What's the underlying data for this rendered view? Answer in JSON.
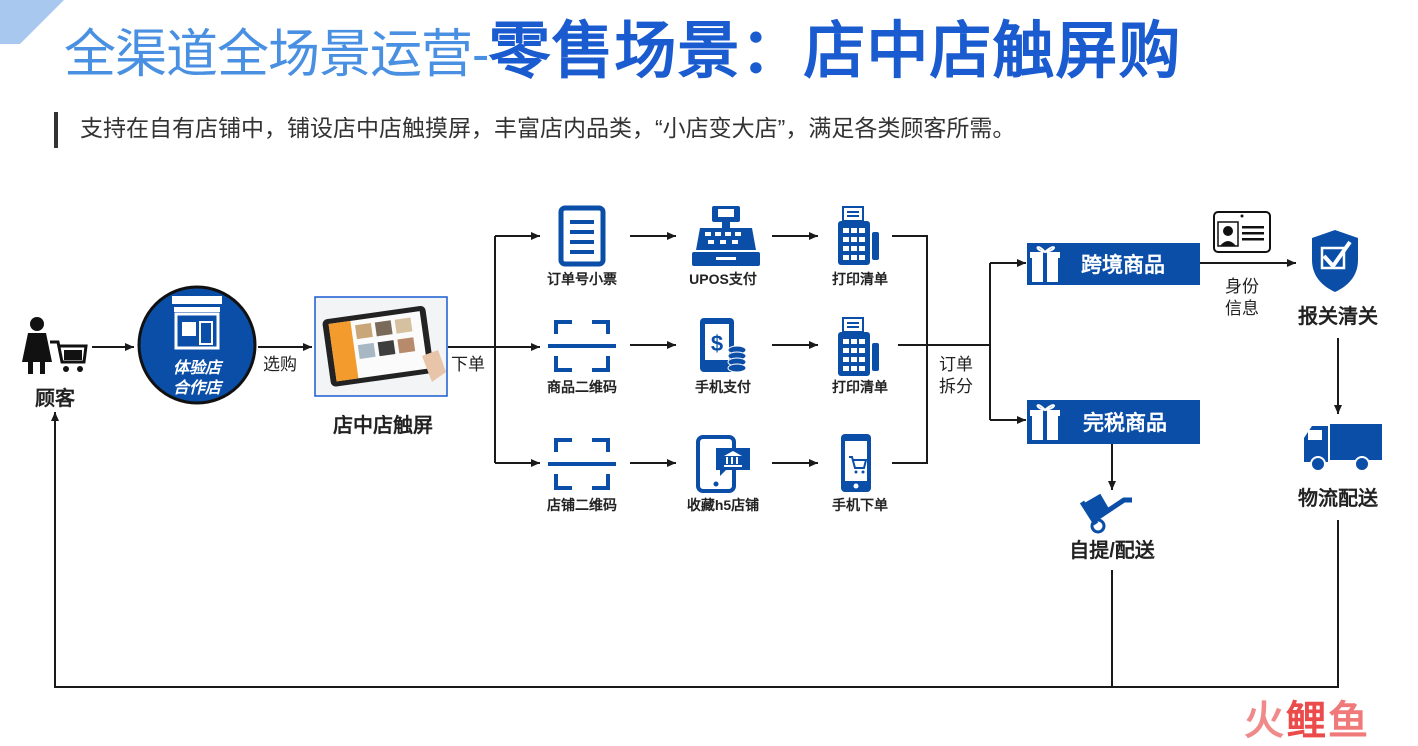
{
  "header": {
    "title_light": "全渠道全场景运营-",
    "title_bold": "零售场景：店中店触屏购",
    "subtitle": "支持在自有店铺中，铺设店中店触摸屏，丰富店内品类，“小店变大店”，满足各类顾客所需。"
  },
  "flow": {
    "customer": "顾客",
    "store_line1": "体验店",
    "store_line2": "合作店",
    "select": "选购",
    "touchscreen": "店中店触屏",
    "place_order": "下单",
    "row1": {
      "step1": "订单号小票",
      "step2": "UPOS支付",
      "step3": "打印清单"
    },
    "row2": {
      "step1": "商品二维码",
      "step2": "手机支付",
      "step3": "打印清单"
    },
    "row3": {
      "step1": "店铺二维码",
      "step2": "收藏h5店铺",
      "step3": "手机下单"
    },
    "split_line1": "订单",
    "split_line2": "拆分",
    "cross_border": "跨境商品",
    "duty_paid": "完税商品",
    "id_line1": "身份",
    "id_line2": "信息",
    "customs": "报关清关",
    "logistics": "物流配送",
    "pickup": "自提/配送"
  },
  "watermark": {
    "part1": "火",
    "part2": "鲤",
    "part3": "鱼"
  },
  "colors": {
    "primary_blue": "#0a4ea8",
    "accent_blue": "#1a5bd0",
    "light_blue": "#4a90e2",
    "line": "#1a1a1a"
  }
}
